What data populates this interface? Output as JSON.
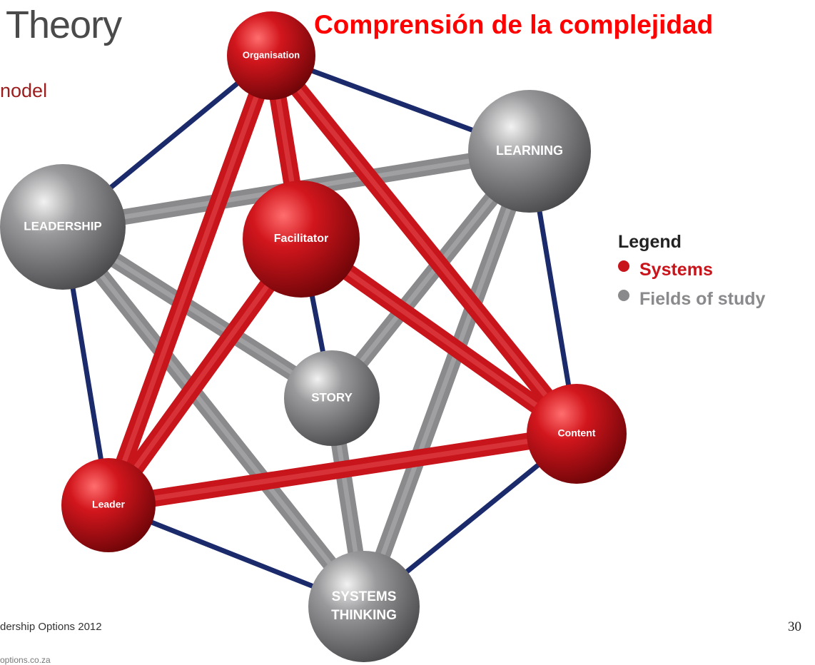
{
  "slide": {
    "title": "Theory",
    "subtitle": "nodel",
    "overlay_title": "Comprensión de la complejidad",
    "footer_line1": "dership Options 2012",
    "footer_line2": "options.co.za",
    "page_number": "30"
  },
  "legend": {
    "title": "Legend",
    "items": [
      {
        "label": "Systems",
        "color": "#c8141b"
      },
      {
        "label": "Fields of study",
        "color": "#8a8a8c"
      }
    ]
  },
  "colors": {
    "system_red": "#c8141b",
    "field_gray": "#8a8a8c",
    "navy_link": "#1a2a6b"
  },
  "diagram": {
    "nodes": [
      {
        "id": "organisation",
        "label": "Organisation",
        "kind": "system"
      },
      {
        "id": "learning",
        "label": "LEARNING",
        "kind": "field"
      },
      {
        "id": "leadership",
        "label": "LEADERSHIP",
        "kind": "field"
      },
      {
        "id": "facilitator",
        "label": "Facilitator",
        "kind": "system"
      },
      {
        "id": "story",
        "label": "STORY",
        "kind": "field"
      },
      {
        "id": "content",
        "label": "Content",
        "kind": "system"
      },
      {
        "id": "leader",
        "label": "Leader",
        "kind": "system"
      },
      {
        "id": "systems_thinking",
        "label": "SYSTEMS\nTHINKING",
        "kind": "field"
      }
    ],
    "edges": [
      {
        "from": "organisation",
        "to": "leadership",
        "kind": "navy"
      },
      {
        "from": "organisation",
        "to": "learning",
        "kind": "navy"
      },
      {
        "from": "learning",
        "to": "content",
        "kind": "navy"
      },
      {
        "from": "content",
        "to": "systems_thinking",
        "kind": "navy"
      },
      {
        "from": "systems_thinking",
        "to": "leader",
        "kind": "navy"
      },
      {
        "from": "leader",
        "to": "leadership",
        "kind": "navy"
      },
      {
        "from": "facilitator",
        "to": "story",
        "kind": "navy"
      },
      {
        "from": "organisation",
        "to": "leader",
        "kind": "red"
      },
      {
        "from": "organisation",
        "to": "facilitator",
        "kind": "red"
      },
      {
        "from": "organisation",
        "to": "content",
        "kind": "red"
      },
      {
        "from": "facilitator",
        "to": "leader",
        "kind": "red"
      },
      {
        "from": "facilitator",
        "to": "content",
        "kind": "red"
      },
      {
        "from": "leader",
        "to": "content",
        "kind": "red"
      },
      {
        "from": "leadership",
        "to": "learning",
        "kind": "gray"
      },
      {
        "from": "leadership",
        "to": "story",
        "kind": "gray"
      },
      {
        "from": "leadership",
        "to": "systems_thinking",
        "kind": "gray"
      },
      {
        "from": "learning",
        "to": "story",
        "kind": "gray"
      },
      {
        "from": "learning",
        "to": "systems_thinking",
        "kind": "gray"
      },
      {
        "from": "story",
        "to": "systems_thinking",
        "kind": "gray"
      }
    ]
  }
}
